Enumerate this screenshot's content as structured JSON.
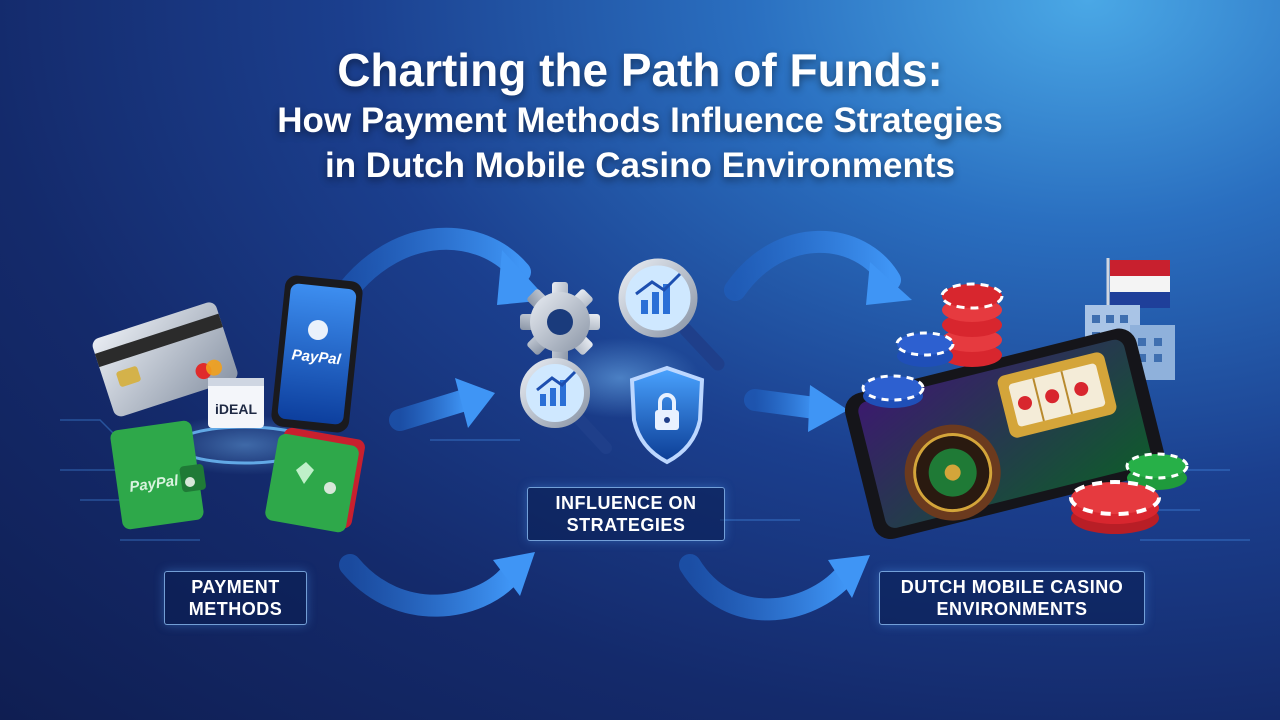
{
  "title": {
    "line1": "Charting the Path of Funds:",
    "line2": "How Payment Methods Influence Strategies",
    "line3": "in Dutch Mobile Casino Environments"
  },
  "nodes": {
    "payment": {
      "line1": "PAYMENT",
      "line2": "METHODS"
    },
    "influence": {
      "line1": "INFLUENCE ON",
      "line2": "STRATEGIES"
    },
    "dutch": {
      "line1": "DUTCH MOBILE CASINO",
      "line2": "ENVIRONMENTS"
    }
  },
  "icons": {
    "wallet_paypal": "PayPal",
    "phone_paypal": "PayPal",
    "ideal": "iDEAL"
  },
  "colors": {
    "arrow": "#3d8ef0",
    "chip_red": "#d8262e",
    "chip_blue": "#1f4fb8",
    "chip_green": "#1f9a3c",
    "wallet_green": "#2ea84a",
    "dutch_red": "#c8202e",
    "dutch_blue": "#1f3f9a"
  }
}
